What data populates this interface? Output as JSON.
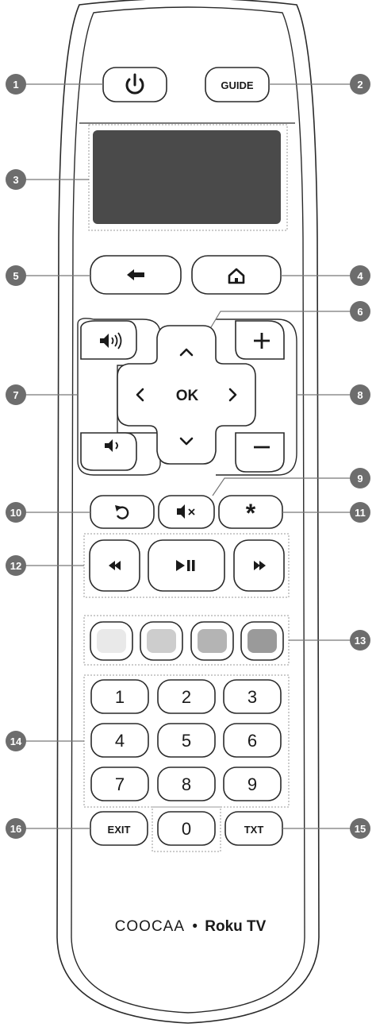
{
  "buttons": {
    "guide": "GUIDE",
    "ok": "OK",
    "exit": "EXIT",
    "txt": "TXT",
    "star": "*",
    "digits": [
      "1",
      "2",
      "3",
      "4",
      "5",
      "6",
      "7",
      "8",
      "9",
      "0"
    ]
  },
  "brand": {
    "left": "COOCAA",
    "separator": "•",
    "right": "Roku TV"
  },
  "callouts": [
    "1",
    "2",
    "3",
    "4",
    "5",
    "6",
    "7",
    "8",
    "9",
    "10",
    "11",
    "12",
    "13",
    "14",
    "15",
    "16"
  ],
  "colors": {
    "color_keys": [
      "#e9e9e9",
      "#cdcdcd",
      "#b4b4b4",
      "#9a9a9a"
    ],
    "screen": "#4a4a4a",
    "callout": "#6d6d6d"
  },
  "icons": [
    "power-icon",
    "back-arrow-icon",
    "home-icon",
    "volume-up-icon",
    "volume-down-icon",
    "chevron-up-icon",
    "chevron-down-icon",
    "chevron-left-icon",
    "chevron-right-icon",
    "plus-icon",
    "minus-icon",
    "replay-icon",
    "mute-icon",
    "rewind-icon",
    "play-pause-icon",
    "fast-forward-icon"
  ]
}
